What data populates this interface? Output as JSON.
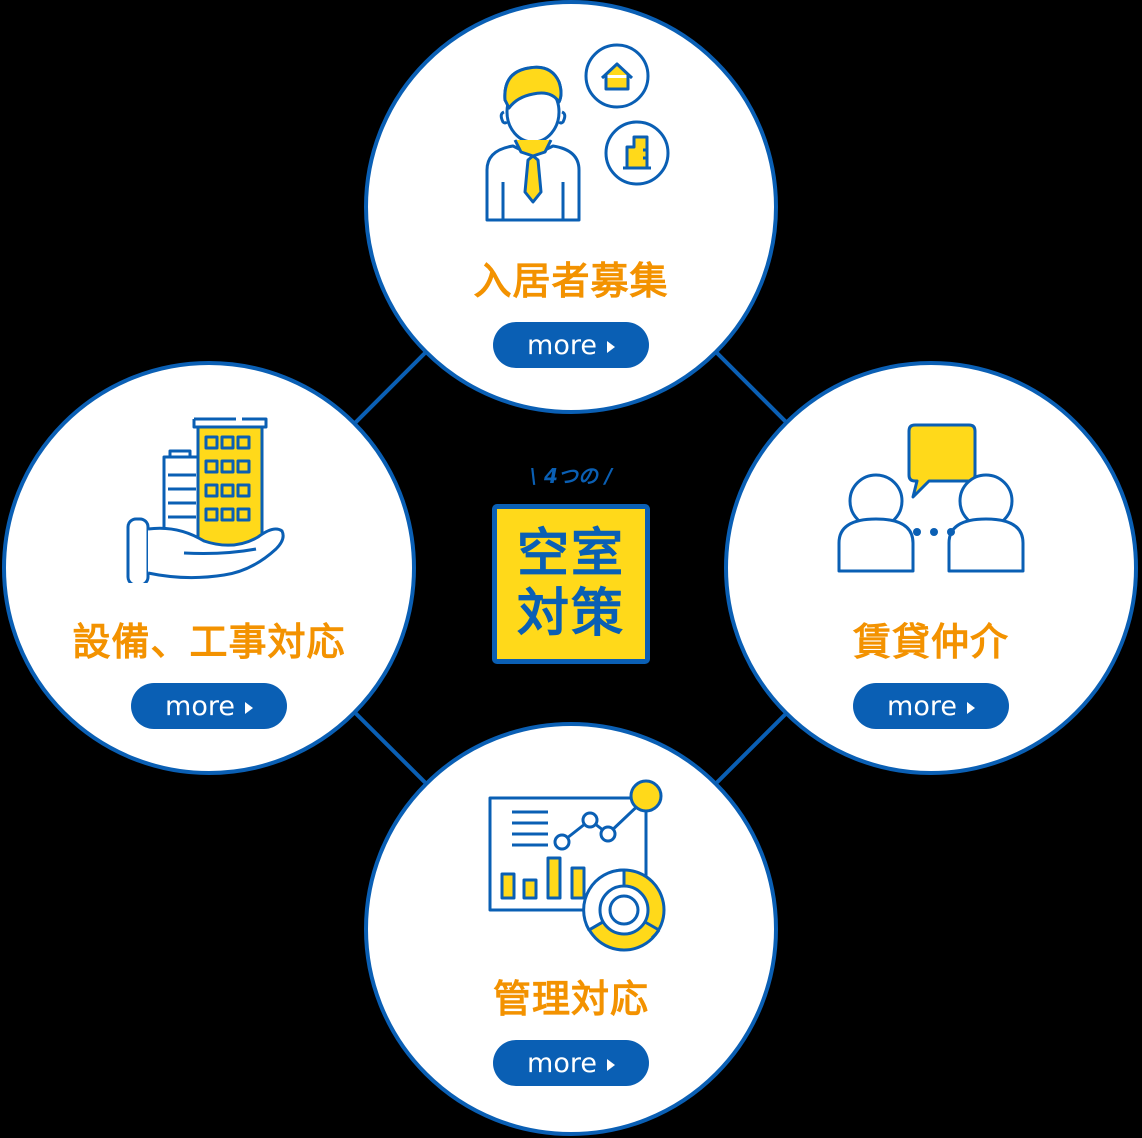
{
  "center": {
    "subtitle": "\\ 4つの /",
    "title_line1": "空室",
    "title_line2": "対策"
  },
  "nodes": [
    {
      "id": "top",
      "title": "入居者募集",
      "button_label": "more",
      "icon": "businessperson-with-house-building-icon"
    },
    {
      "id": "left",
      "title": "設備、工事対応",
      "button_label": "more",
      "icon": "hand-holding-building-icon"
    },
    {
      "id": "right",
      "title": "賃貸仲介",
      "button_label": "more",
      "icon": "two-people-conversation-icon"
    },
    {
      "id": "bottom",
      "title": "管理対応",
      "button_label": "more",
      "icon": "dashboard-chart-icon"
    }
  ],
  "colors": {
    "primary_blue": "#0a5fb4",
    "accent_yellow": "#ffd91a",
    "title_orange": "#f39200",
    "circle_fill": "#ffffff",
    "background": "#000000"
  }
}
